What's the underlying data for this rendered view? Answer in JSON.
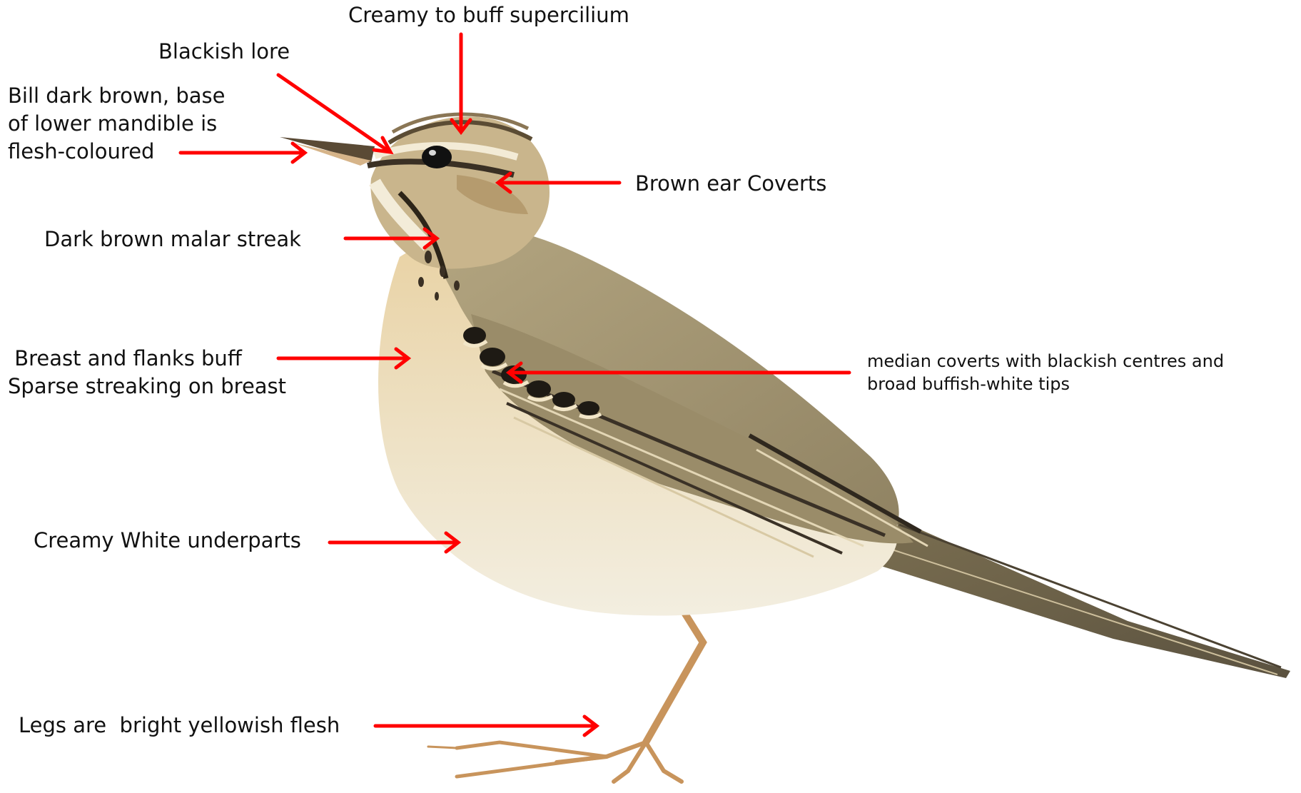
{
  "colors": {
    "arrow": "#ff0000",
    "text": "#111111",
    "background": "#ffffff",
    "plumage_back": "#a89c78",
    "plumage_breast": "#e7d3aa",
    "plumage_belly": "#f1ead7",
    "legs": "#c8945c",
    "streak": "#2c2418"
  },
  "image": {
    "subject": "bird-illustration"
  },
  "annotations": [
    {
      "id": "supercilium",
      "lines": [
        "Creamy to buff supercilium"
      ]
    },
    {
      "id": "lore",
      "lines": [
        "Blackish lore"
      ]
    },
    {
      "id": "bill",
      "lines": [
        "Bill dark brown,  base",
        "of lower mandible is",
        "flesh-coloured"
      ]
    },
    {
      "id": "ear-coverts",
      "lines": [
        "Brown ear Coverts"
      ]
    },
    {
      "id": "malar",
      "lines": [
        "Dark brown malar streak"
      ]
    },
    {
      "id": "breast",
      "lines": [
        " Breast and flanks buff",
        "Sparse streaking on breast"
      ]
    },
    {
      "id": "median-coverts",
      "lines": [
        "median coverts with blackish centres and",
        "broad buffish-white tips"
      ]
    },
    {
      "id": "underparts",
      "lines": [
        "Creamy White underparts"
      ]
    },
    {
      "id": "legs",
      "lines": [
        "Legs are  bright yellowish flesh"
      ]
    }
  ]
}
